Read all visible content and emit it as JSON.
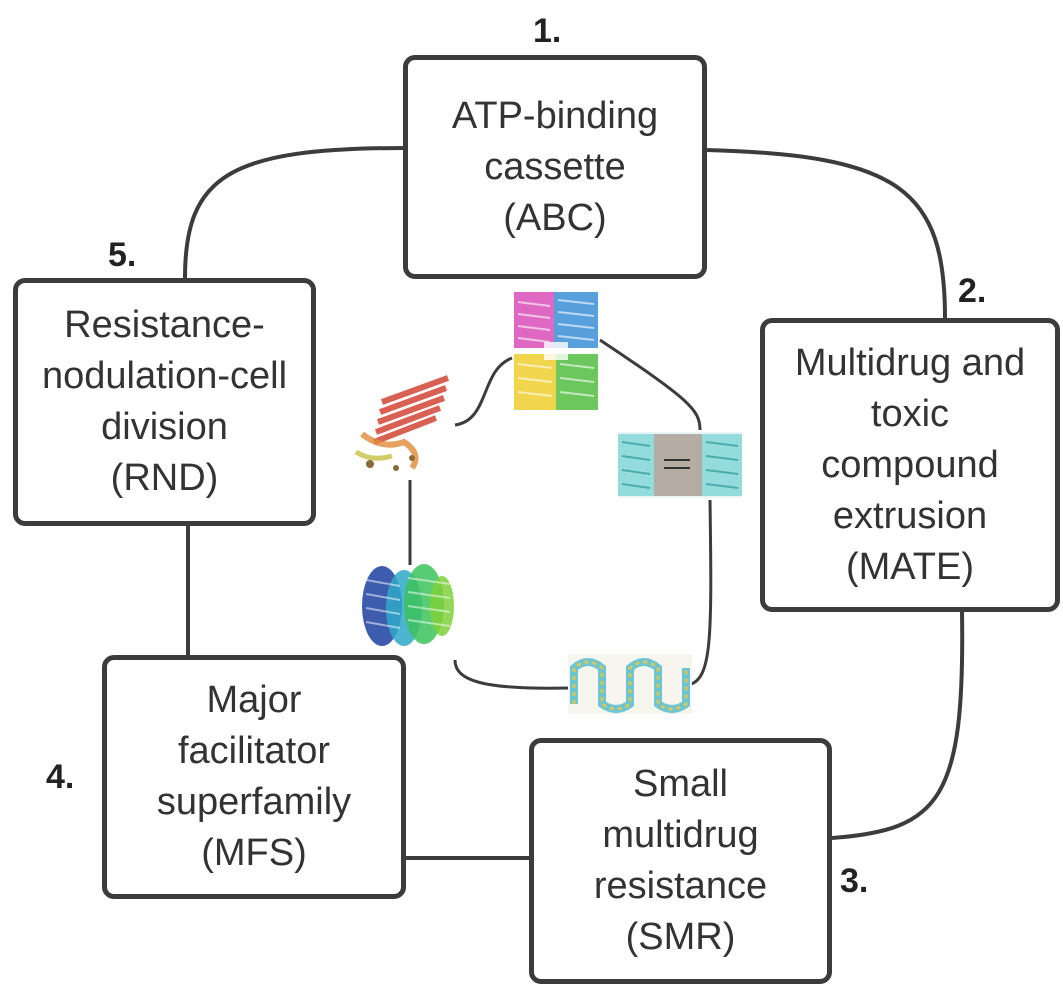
{
  "families": [
    {
      "number": "1.",
      "lines": [
        "ATP-binding",
        "cassette",
        "(ABC)"
      ]
    },
    {
      "number": "2.",
      "lines": [
        "Multidrug and",
        "toxic",
        "compound",
        "extrusion",
        "(MATE)"
      ]
    },
    {
      "number": "3.",
      "lines": [
        "Small",
        "multidrug",
        "resistance",
        "(SMR)"
      ]
    },
    {
      "number": "4.",
      "lines": [
        "Major",
        "facilitator",
        "superfamily",
        "(MFS)"
      ]
    },
    {
      "number": "5.",
      "lines": [
        "Resistance-",
        "nodulation-cell",
        "division",
        "(RND)"
      ]
    }
  ],
  "structure_images": [
    {
      "family": "ABC",
      "depiction": "protein-structure-ribbon",
      "colors": [
        "#d94fb7",
        "#3a8fd6",
        "#f0d23a",
        "#5cc24a",
        "#7a9bc4"
      ]
    },
    {
      "family": "MATE",
      "depiction": "protein-structure-ribbon",
      "colors": [
        "#6fd0d0",
        "#8a7a70",
        "#b0b0b0"
      ]
    },
    {
      "family": "SMR",
      "depiction": "protein-topology-diagram",
      "colors": [
        "#3fb3c8",
        "#d8c85a",
        "#5a8fd0"
      ]
    },
    {
      "family": "MFS",
      "depiction": "protein-structure-ribbon",
      "colors": [
        "#1c3fa0",
        "#2fa8c8",
        "#3cc25a",
        "#7fd03a"
      ]
    },
    {
      "family": "RND",
      "depiction": "protein-structure-ribbon",
      "colors": [
        "#d03a2a",
        "#e08a3a",
        "#c8c040",
        "#8a6a3a"
      ]
    }
  ],
  "colors": {
    "box_border": "#3c3c3c",
    "connector": "#3c3c3c",
    "text": "#333333",
    "number": "#222222"
  }
}
